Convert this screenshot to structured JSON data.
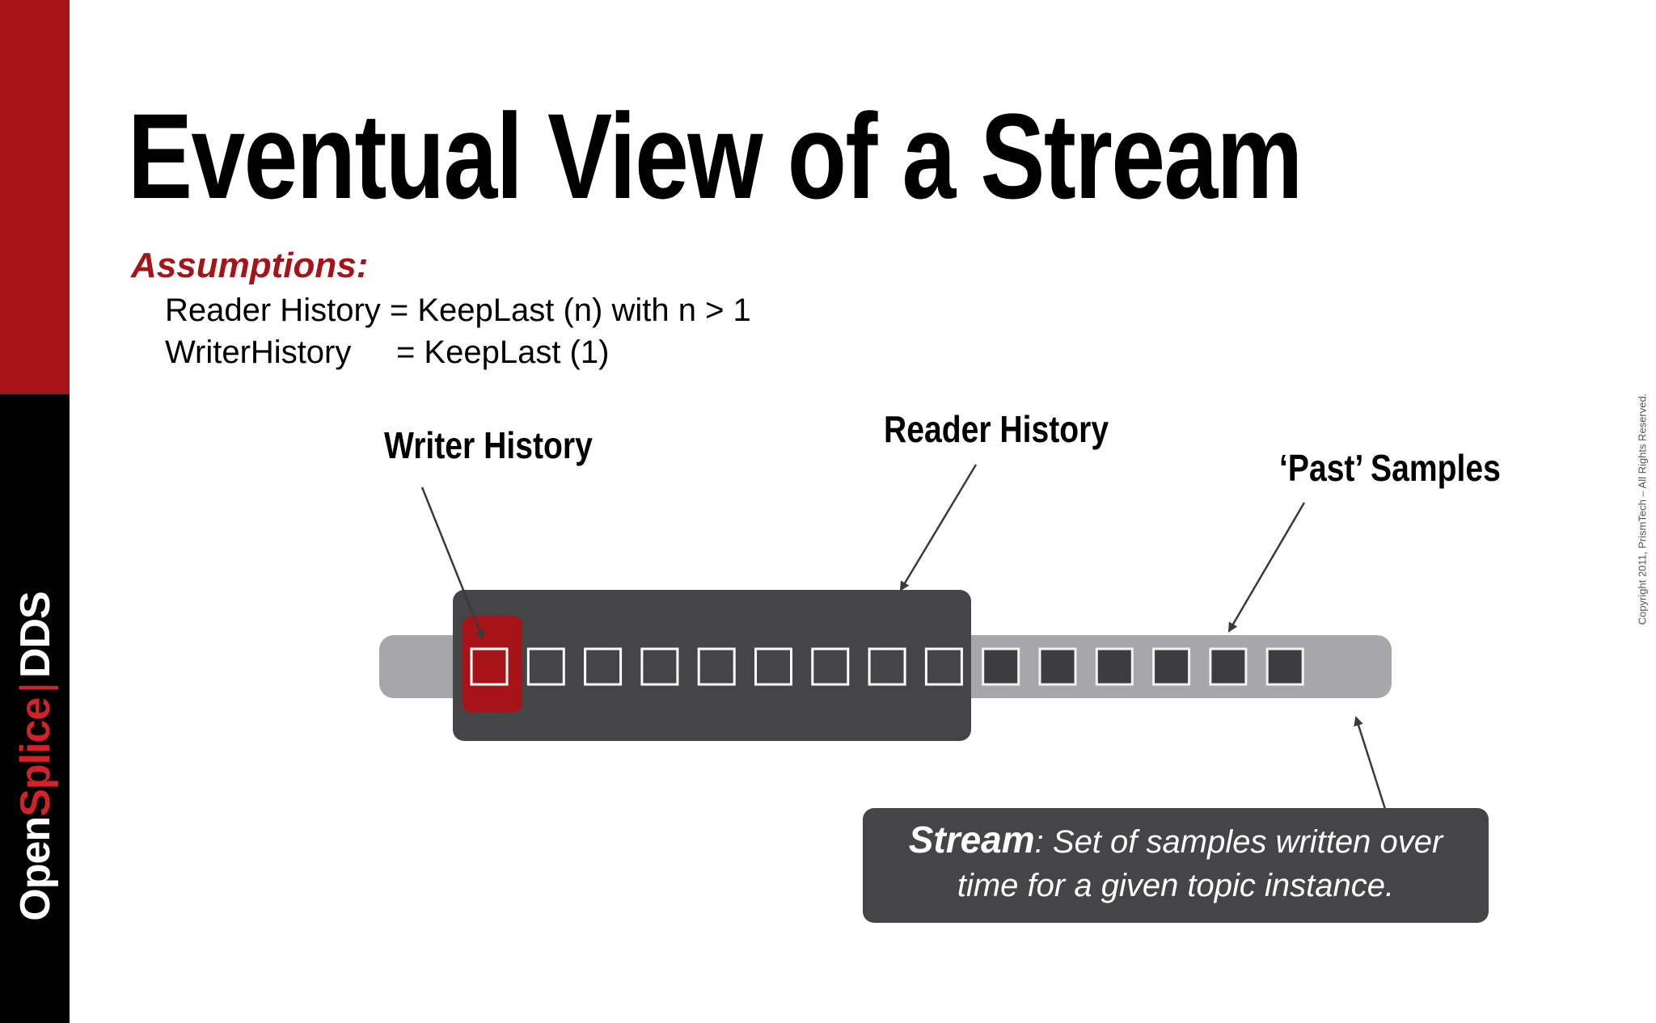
{
  "slide": {
    "title": "Eventual View of a Stream",
    "assumptions_label": "Assumptions:",
    "assumption_lines": [
      "Reader History = KeepLast (n) with n > 1",
      "WriterHistory     = KeepLast (1)"
    ],
    "brand": {
      "open": "Open",
      "splice": "Splice",
      "separator": "|",
      "dds": "DDS"
    },
    "copyright": "Copyright 2011, PrismTech –  All Rights Reserved."
  },
  "diagram": {
    "labels": {
      "writer_history": "Writer History",
      "reader_history": "Reader History",
      "past_samples": "‘Past’ Samples"
    },
    "callout": {
      "term": "Stream",
      "line1_rest": ": Set of samples written over",
      "line2": "time for a given topic instance."
    },
    "sample_count": 15,
    "reader_history_samples": 9,
    "writer_history_samples": 1
  },
  "colors": {
    "brand_red": "#a61419",
    "dark_box": "#454446",
    "stream_bar": "#a7a7a9",
    "writer_red": "#a61419"
  }
}
